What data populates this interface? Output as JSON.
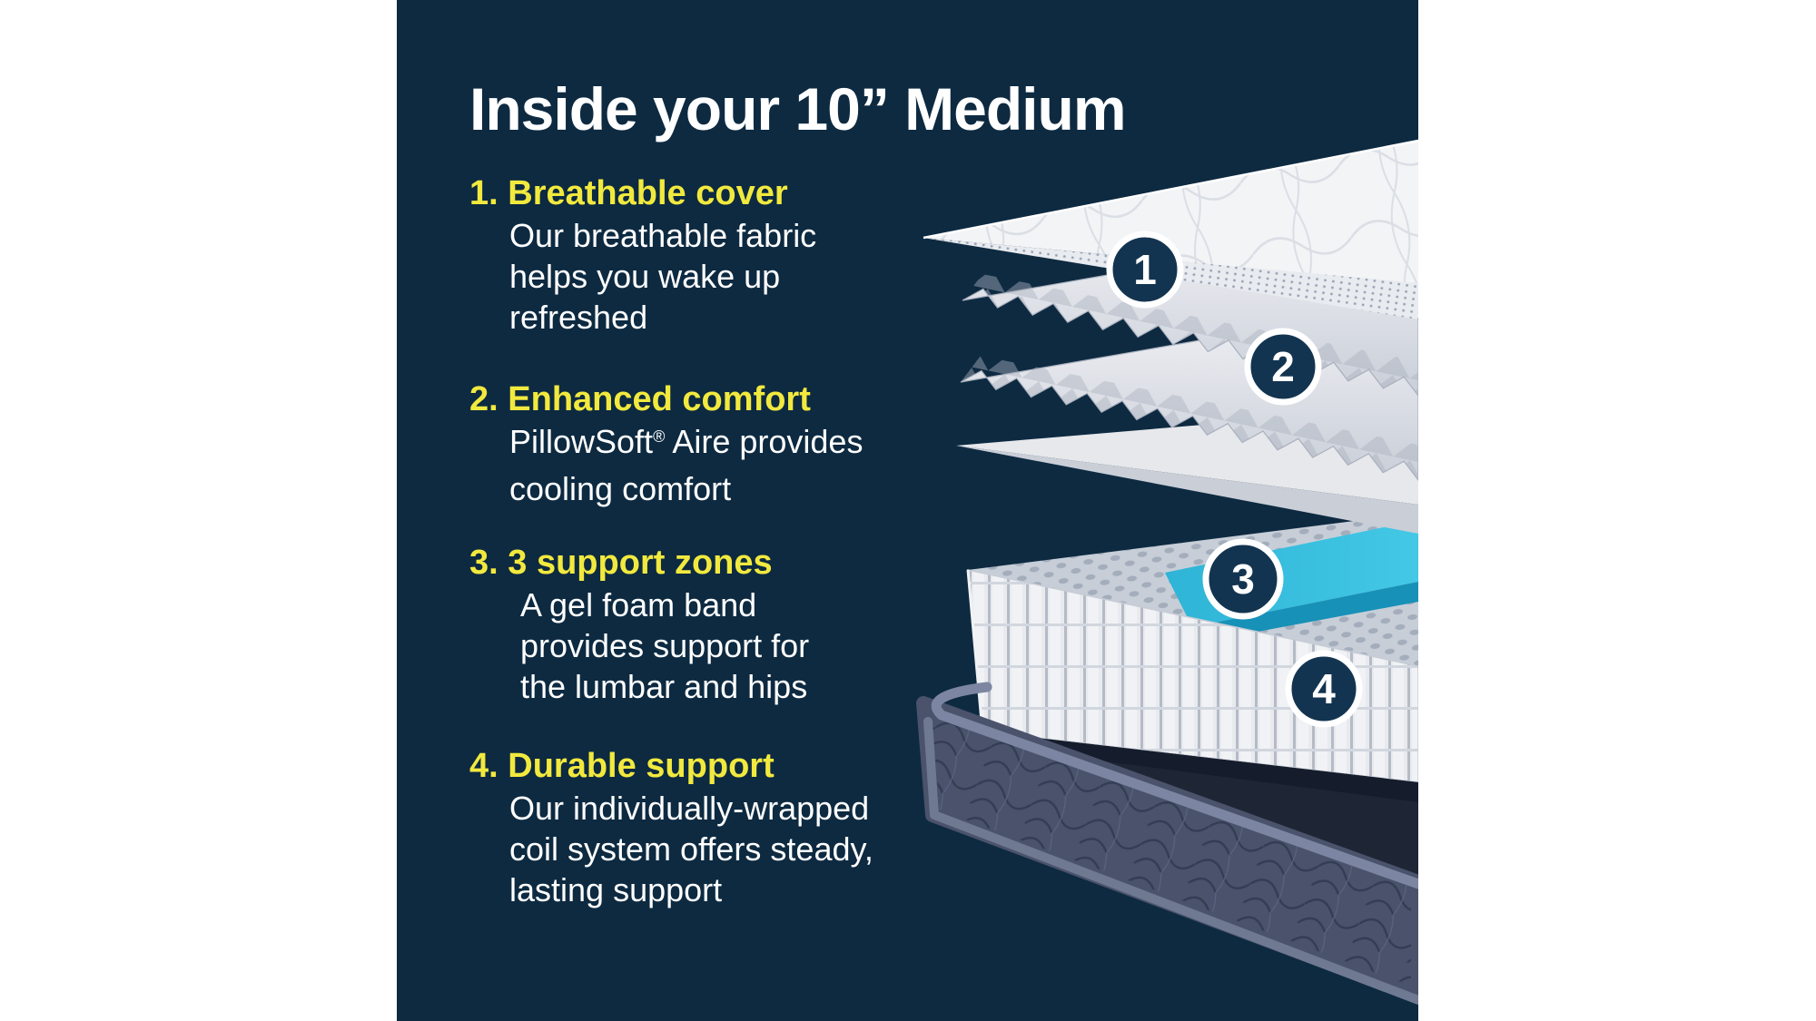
{
  "panel": {
    "background": "#0d2a41",
    "margin_background": "#ffffff",
    "accent_yellow": "#f2e93e",
    "text_white": "#ffffff"
  },
  "title": "Inside your 10” Medium",
  "items": [
    {
      "number": "1.",
      "heading": "Breathable cover",
      "lines": [
        "Our breathable fabric",
        "helps you wake up",
        "refreshed"
      ]
    },
    {
      "number": "2.",
      "heading": "Enhanced comfort",
      "line1_brand": "PillowSoft",
      "line1_reg": "®",
      "line1_rest": " Aire provides",
      "line2": "cooling comfort"
    },
    {
      "number": "3.",
      "heading": "3 support zones",
      "lines": [
        "A gel foam band",
        "provides support for",
        "the lumbar and hips"
      ]
    },
    {
      "number": "4.",
      "heading": "Durable support",
      "lines": [
        "Our individually-wrapped",
        "coil system offers steady,",
        "lasting support"
      ]
    }
  ],
  "diagram": {
    "markers": [
      {
        "label": "1"
      },
      {
        "label": "2"
      },
      {
        "label": "3"
      },
      {
        "label": "4"
      }
    ],
    "colors": {
      "marker_fill": "#133450",
      "marker_ring": "#ffffff",
      "foam": "#dfe3e9",
      "gel_top": "#2fb9dc",
      "gel_front": "#1791b7",
      "base_fabric": "#4a536b",
      "base_piping": "#7c85a1",
      "base_deck": "#1e2636"
    }
  }
}
